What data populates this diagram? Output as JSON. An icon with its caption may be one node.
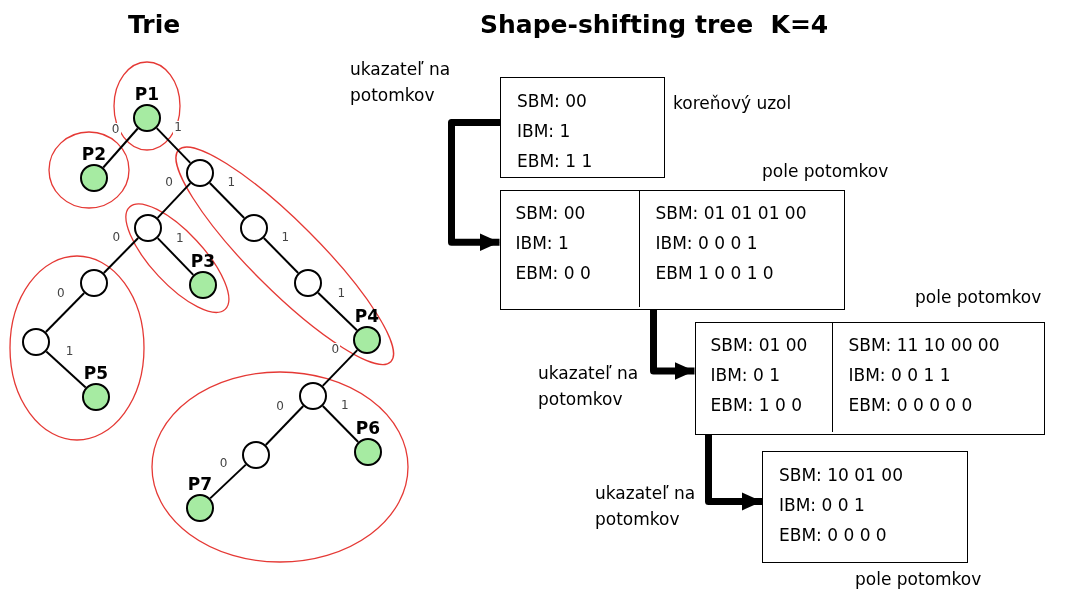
{
  "diagram": {
    "nodes": [
      {
        "text": [],
        "shape": "ellipse"
      },
      {
        "text": [
          "P1"
        ],
        "in": 0
      },
      {
        "text": [],
        "shape": "ellipse"
      },
      {
        "text": [
          "P2"
        ],
        "in": 2
      },
      {
        "text": [],
        "shape": "ellipse"
      },
      {
        "text": [],
        "shape": "circle",
        "in": 4
      },
      {
        "text": [],
        "shape": "circle",
        "in": 4
      },
      {
        "text": [],
        "shape": "circle",
        "in": 4
      },
      {
        "text": [
          "P4"
        ],
        "in": 4
      },
      {
        "text": [],
        "shape": "ellipse"
      },
      {
        "text": [],
        "shape": "circle",
        "in": 9
      },
      {
        "text": [
          "P3"
        ],
        "in": 9
      },
      {
        "text": [],
        "shape": "ellipse"
      },
      {
        "text": [],
        "shape": "circle",
        "in": 12
      },
      {
        "text": [],
        "shape": "circle",
        "in": 12
      },
      {
        "text": [
          "P5"
        ],
        "in": 12
      },
      {
        "text": [],
        "shape": "ellipse"
      },
      {
        "text": [],
        "shape": "circle",
        "in": 16
      },
      {
        "text": [],
        "shape": "circle",
        "in": 16
      },
      {
        "text": [
          "P6"
        ],
        "in": 16
      },
      {
        "text": [
          "P7"
        ],
        "in": 16
      },
      {
        "text": [
          "SBM: 00",
          "IBM: 1",
          "EBM: 1 1"
        ],
        "beside": [
          "koreňový uzol"
        ]
      },
      {
        "text": [],
        "shape": "box",
        "beside": [
          "pole potomkov"
        ]
      },
      {
        "text": [
          "SBM: 00",
          "IBM: 1",
          "EBM: 0 0"
        ],
        "in": 22
      },
      {
        "text": [
          "SBM: 01 01 01 00",
          "IBM: 0 0 0 1",
          "EBM 1 0 0 1 0"
        ],
        "in": 22
      },
      {
        "text": [],
        "shape": "box",
        "beside": [
          "pole potomkov"
        ]
      },
      {
        "text": [
          "SBM: 01 00",
          "IBM: 0 1",
          "EBM: 1 0 0"
        ],
        "in": 25
      },
      {
        "text": [
          "SBM: 11 10 00 00",
          "IBM: 0 0 1 1",
          "EBM: 0 0 0 0 0"
        ],
        "in": 25
      },
      {
        "text": [
          "SBM: 10 01 00",
          "IBM: 0 0 1",
          "EBM: 0 0 0 0"
        ],
        "beside": [
          "pole potomkov"
        ]
      }
    ],
    "edges": [
      {
        "from": 1,
        "to": 3,
        "arrow": "none",
        "label": "0"
      },
      {
        "from": 1,
        "to": 5,
        "arrow": "none",
        "label": "1"
      },
      {
        "from": 5,
        "to": 10,
        "arrow": "none",
        "label": "0"
      },
      {
        "from": 5,
        "to": 6,
        "arrow": "none",
        "label": "1"
      },
      {
        "from": 10,
        "to": 13,
        "arrow": "none",
        "label": "0"
      },
      {
        "from": 10,
        "to": 11,
        "arrow": "none",
        "label": "1"
      },
      {
        "from": 6,
        "to": 7,
        "arrow": "none",
        "label": "1"
      },
      {
        "from": 7,
        "to": 8,
        "arrow": "none",
        "label": "1"
      },
      {
        "from": 13,
        "to": 14,
        "arrow": "none",
        "label": "0"
      },
      {
        "from": 14,
        "to": 15,
        "arrow": "none",
        "label": "1"
      },
      {
        "from": 8,
        "to": 17,
        "arrow": "none",
        "label": "0"
      },
      {
        "from": 17,
        "to": 18,
        "arrow": "none",
        "label": "0"
      },
      {
        "from": 17,
        "to": 19,
        "arrow": "none",
        "label": "1"
      },
      {
        "from": 18,
        "to": 20,
        "arrow": "none",
        "label": "0"
      },
      {
        "from": 21,
        "to": 23,
        "arrow": "to",
        "style": "thick"
      },
      {
        "from": 24,
        "to": 26,
        "arrow": "to",
        "style": "thick"
      },
      {
        "from": 26,
        "to": 28,
        "arrow": "to",
        "style": "thick"
      }
    ],
    "labels": [
      "Trie",
      "Shape-shifting tree  K=4",
      "ukazateľ na potomkov",
      "ukazateľ na potomkov",
      "ukazateľ na potomkov"
    ]
  }
}
